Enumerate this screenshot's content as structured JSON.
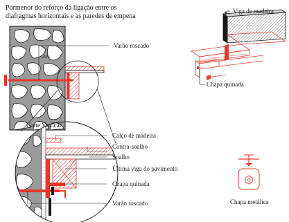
{
  "title": {
    "line1": "Pormenor do reforço da ligação entre os",
    "line2": "diafragmas horizontais e as paredes de empena"
  },
  "labels": {
    "varao_roscado_top": "Varão roscado",
    "corte_vertical": "Corte Vertical",
    "viga_de_madeira": "Viga de madeira",
    "chapa_quinada_iso": "Chapa quinada",
    "calco_de_madeira": "Calço de madeira",
    "contra_soalho": "Contra-soalho",
    "soalho": "Soalho",
    "ultima_viga": "Última viga do pavimento",
    "chapa_quinada_detail": "Chapa quinada",
    "varao_roscado_detail": "Varão roscado",
    "chapa_metalica": "Chapa metálica"
  },
  "colors": {
    "accent": "#e8372c",
    "line": "#1a1a1a",
    "stone_fill": "#9a9a9a",
    "hatch": "#e8372c"
  }
}
